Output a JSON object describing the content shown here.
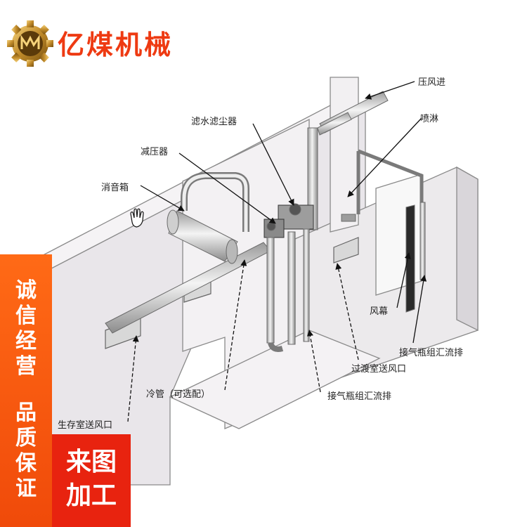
{
  "brand": {
    "name": "亿煤机械",
    "accent": "#ee3a12",
    "logo_icon": "gear-logo-icon"
  },
  "badges": {
    "left": [
      [
        "诚",
        "信",
        "经",
        "营"
      ],
      [
        "品",
        "质",
        "保",
        "证"
      ]
    ],
    "right": [
      [
        "来",
        "图"
      ],
      [
        "加",
        "工"
      ]
    ],
    "left_color": "#ff5a10",
    "right_color": "#e8230f"
  },
  "diagram": {
    "labels": {
      "air_in": "压风进",
      "spray": "喷淋",
      "filter": "滤水滤尘器",
      "reducer": "减压器",
      "muffler": "消音箱",
      "curtain": "风幕",
      "manifold_upper": "接气瓶组汇流排",
      "transition_vent": "过渡室送风口",
      "manifold_lower": "接气瓶组汇流排",
      "cooling_pipe": "冷管（可选配）",
      "living_vent": "生存室送风口"
    }
  }
}
